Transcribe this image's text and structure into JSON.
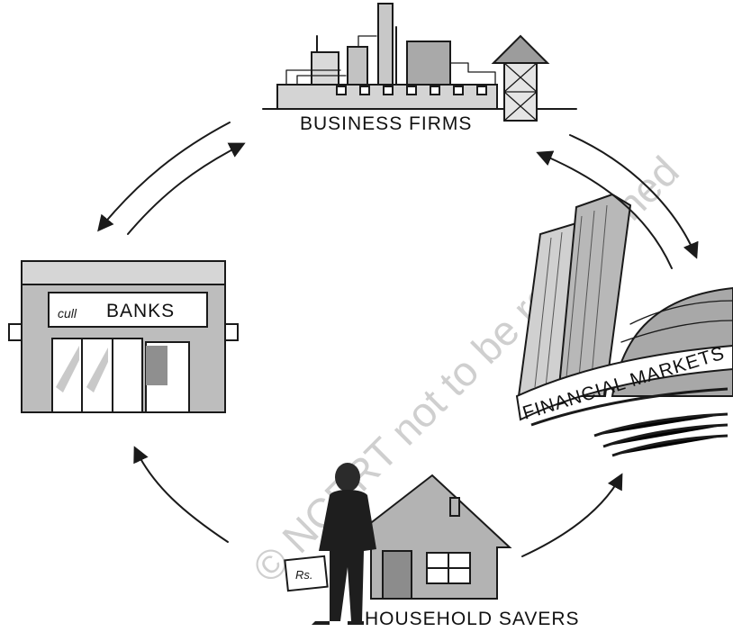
{
  "nodes": {
    "business_firms": "BUSINESS FIRMS",
    "banks": "BANKS",
    "financial_markets": "FINANCIAL MARKETS",
    "household_savers": "HOUSEHOLD SAVERS"
  },
  "bank_sign_script": "cull",
  "briefcase_label": "Rs.",
  "watermark": "© NCERT not to be republished",
  "colors": {
    "ink": "#1a1a1a",
    "grey": "#bdbdbd",
    "dark_grey": "#7a7a7a"
  }
}
